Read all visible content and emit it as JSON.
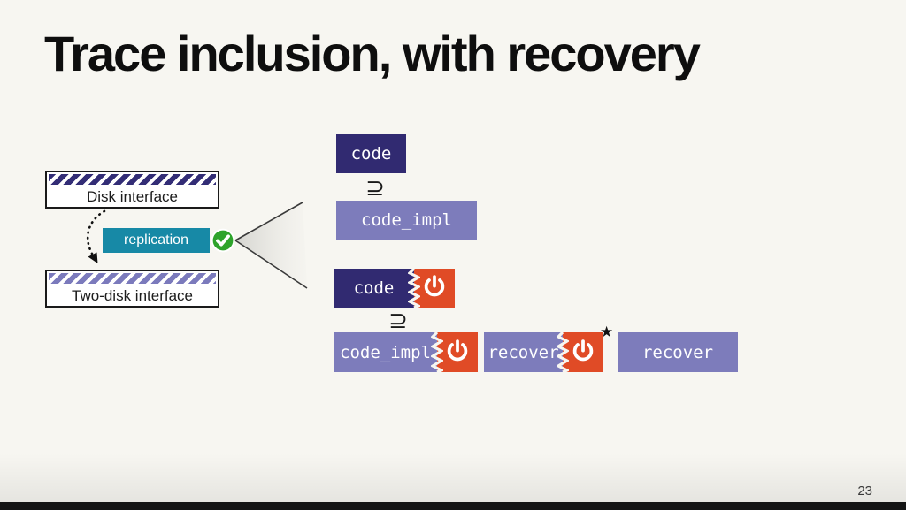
{
  "slide": {
    "title": "Trace inclusion, with recovery",
    "page_number": "23"
  },
  "left_diagram": {
    "disk_box": {
      "label": "Disk interface"
    },
    "replication_badge": {
      "label": "replication"
    },
    "two_disk_box": {
      "label": "Two-disk interface"
    },
    "check_icon": "green-circle-white-checkmark",
    "arrow_icon": "dotted-curved-arrow-down"
  },
  "right_diagram": {
    "superset_symbol": "⊇",
    "star_symbol": "★",
    "no_crash": {
      "spec_label": "code",
      "impl_label": "code_impl"
    },
    "with_crash": {
      "spec_label": "code",
      "impl_label": "code_impl",
      "recover_crashed_label": "recover",
      "recover_final_label": "recover"
    },
    "power_icon": "power-symbol"
  },
  "colors": {
    "background": "#f7f6f1",
    "spec_navy": "#312a71",
    "impl_purple": "#7d7cbb",
    "crash_orange": "#e04b26",
    "replication_teal": "#1789a6",
    "check_green": "#2ea32b",
    "hatch_navy": "#332d76",
    "hatch_lilac": "#7b7abc",
    "bottom_bar": "#141414"
  }
}
